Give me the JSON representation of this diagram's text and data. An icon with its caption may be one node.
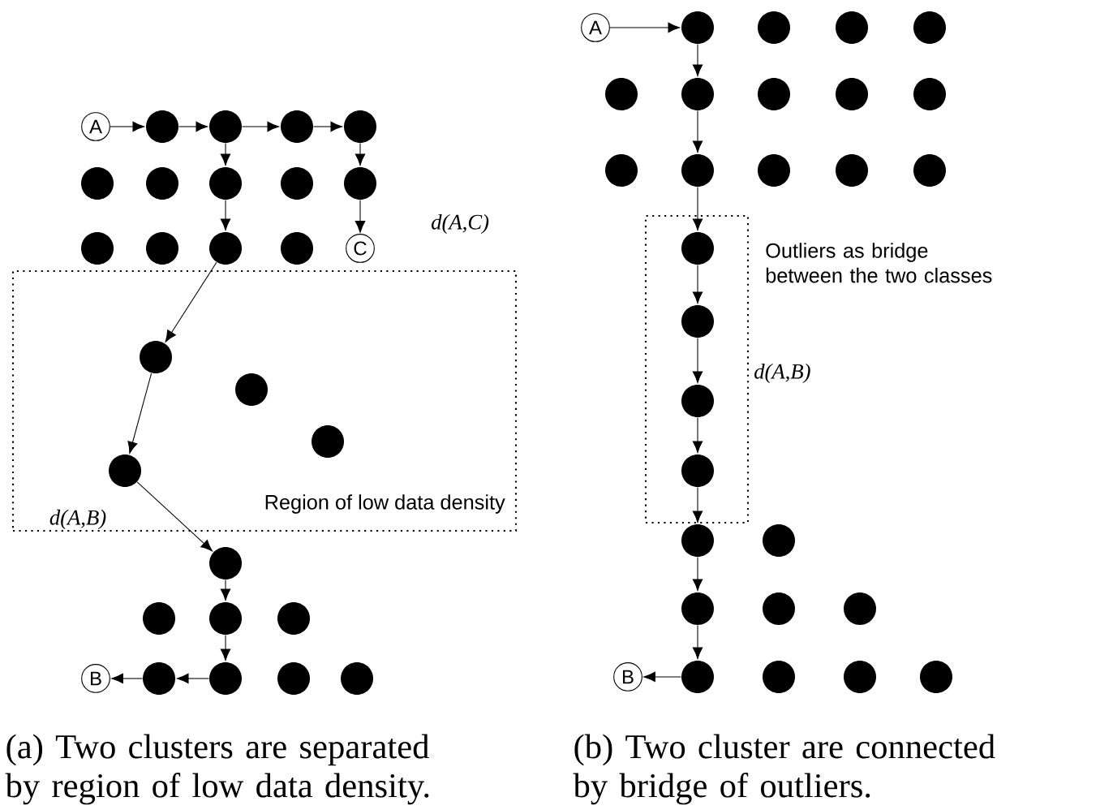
{
  "diagram": {
    "nodes": [
      {
        "text": [
          "A"
        ]
      },
      {
        "text": [],
        "shape": "circle"
      },
      {
        "text": [],
        "shape": "circle"
      },
      {
        "text": [],
        "shape": "circle"
      },
      {
        "text": [],
        "shape": "circle"
      },
      {
        "text": [],
        "shape": "circle"
      },
      {
        "text": [],
        "shape": "circle"
      },
      {
        "text": [],
        "shape": "circle"
      },
      {
        "text": [],
        "shape": "circle"
      },
      {
        "text": [],
        "shape": "circle"
      },
      {
        "text": [],
        "shape": "circle"
      },
      {
        "text": [],
        "shape": "circle"
      },
      {
        "text": [],
        "shape": "circle"
      },
      {
        "text": [],
        "shape": "circle"
      },
      {
        "text": [
          "C"
        ]
      },
      {
        "text": [
          "Region of low data density"
        ]
      },
      {
        "text": [],
        "shape": "circle",
        "in": 15
      },
      {
        "text": [],
        "shape": "circle",
        "in": 15
      },
      {
        "text": [],
        "shape": "circle",
        "in": 15
      },
      {
        "text": [],
        "shape": "circle",
        "in": 15
      },
      {
        "text": [],
        "shape": "circle"
      },
      {
        "text": [],
        "shape": "circle"
      },
      {
        "text": [],
        "shape": "circle"
      },
      {
        "text": [],
        "shape": "circle"
      },
      {
        "text": [
          "B"
        ]
      },
      {
        "text": [],
        "shape": "circle"
      },
      {
        "text": [],
        "shape": "circle"
      },
      {
        "text": [],
        "shape": "circle"
      },
      {
        "text": [],
        "shape": "circle"
      },
      {
        "text": [
          "A"
        ]
      },
      {
        "text": [],
        "shape": "circle"
      },
      {
        "text": [],
        "shape": "circle"
      },
      {
        "text": [],
        "shape": "circle"
      },
      {
        "text": [],
        "shape": "circle"
      },
      {
        "text": [],
        "shape": "circle"
      },
      {
        "text": [],
        "shape": "circle"
      },
      {
        "text": [],
        "shape": "circle"
      },
      {
        "text": [],
        "shape": "circle"
      },
      {
        "text": [],
        "shape": "circle"
      },
      {
        "text": [],
        "shape": "circle"
      },
      {
        "text": [],
        "shape": "circle"
      },
      {
        "text": [],
        "shape": "circle"
      },
      {
        "text": [],
        "shape": "circle"
      },
      {
        "text": [],
        "shape": "circle"
      },
      {
        "text": [
          "Outliers as bridge between the two classes"
        ]
      },
      {
        "text": [],
        "shape": "circle",
        "in": 44
      },
      {
        "text": [],
        "shape": "circle",
        "in": 44
      },
      {
        "text": [],
        "shape": "circle",
        "in": 44
      },
      {
        "text": [],
        "shape": "circle",
        "in": 44
      },
      {
        "text": [],
        "shape": "circle"
      },
      {
        "text": [],
        "shape": "circle"
      },
      {
        "text": [],
        "shape": "circle"
      },
      {
        "text": [],
        "shape": "circle"
      },
      {
        "text": [],
        "shape": "circle"
      },
      {
        "text": [
          "B"
        ]
      },
      {
        "text": [],
        "shape": "circle"
      },
      {
        "text": [],
        "shape": "circle"
      },
      {
        "text": [],
        "shape": "circle"
      },
      {
        "text": [],
        "shape": "circle"
      }
    ],
    "edges": [
      {
        "from": 0,
        "to": 1,
        "arrow": "to"
      },
      {
        "from": 1,
        "to": 2,
        "arrow": "to"
      },
      {
        "from": 2,
        "to": 3,
        "arrow": "to"
      },
      {
        "from": 3,
        "to": 4,
        "arrow": "to"
      },
      {
        "from": 2,
        "to": 7,
        "arrow": "to"
      },
      {
        "from": 7,
        "to": 12,
        "arrow": "to"
      },
      {
        "from": 4,
        "to": 9,
        "arrow": "to"
      },
      {
        "from": 9,
        "to": 14,
        "arrow": "to"
      },
      {
        "from": 12,
        "to": 16,
        "arrow": "to"
      },
      {
        "from": 16,
        "to": 19,
        "arrow": "to"
      },
      {
        "from": 19,
        "to": 20,
        "arrow": "to"
      },
      {
        "from": 20,
        "to": 22,
        "arrow": "to"
      },
      {
        "from": 22,
        "to": 26,
        "arrow": "to"
      },
      {
        "from": 26,
        "to": 25,
        "arrow": "to"
      },
      {
        "from": 25,
        "to": 24,
        "arrow": "to"
      },
      {
        "from": 29,
        "to": 30,
        "arrow": "to"
      },
      {
        "from": 30,
        "to": 35,
        "arrow": "to"
      },
      {
        "from": 35,
        "to": 40,
        "arrow": "to"
      },
      {
        "from": 40,
        "to": 45,
        "arrow": "to"
      },
      {
        "from": 45,
        "to": 46,
        "arrow": "to"
      },
      {
        "from": 46,
        "to": 47,
        "arrow": "to"
      },
      {
        "from": 47,
        "to": 48,
        "arrow": "to"
      },
      {
        "from": 48,
        "to": 49,
        "arrow": "to"
      },
      {
        "from": 49,
        "to": 51,
        "arrow": "to"
      },
      {
        "from": 51,
        "to": 55,
        "arrow": "to"
      },
      {
        "from": 55,
        "to": 54,
        "arrow": "to"
      }
    ],
    "labels": [
      "d(A,C)",
      "d(A,B)",
      "(a) Two clusters are separated by region of low data density.",
      "d(A,B)",
      "(b) Two cluster are connected by bridge of outliers."
    ]
  }
}
